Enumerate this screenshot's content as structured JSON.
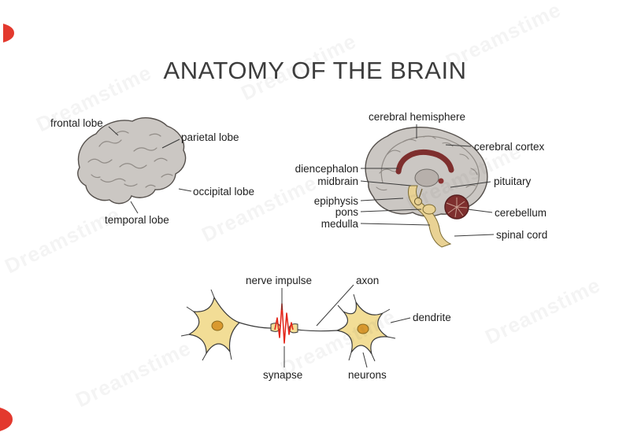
{
  "page": {
    "title": "ANATOMY OF THE BRAIN"
  },
  "watermark": {
    "text": "Dreamstime",
    "logo_color": "#e3392e"
  },
  "lateral_brain": {
    "figure": "lateral view of brain",
    "labels": {
      "frontal": "frontal lobe",
      "parietal": "parietal lobe",
      "occipital": "occipital lobe",
      "temporal": "temporal lobe"
    }
  },
  "sagittal_brain": {
    "figure": "sagittal section of brain",
    "labels": {
      "cerebral_hemisphere": "cerebral hemisphere",
      "cerebral_cortex": "cerebral cortex",
      "diencephalon": "diencephalon",
      "midbrain": "midbrain",
      "epiphysis": "epiphysis",
      "pons": "pons",
      "medulla": "medulla",
      "pituitary": "pituitary",
      "cerebellum": "cerebellum",
      "spinal_cord": "spinal cord"
    }
  },
  "neuron_figure": {
    "figure": "neurons with nerve impulse",
    "labels": {
      "nerve_impulse": "nerve impulse",
      "axon": "axon",
      "dendrite": "dendrite",
      "synapse": "synapse",
      "neurons": "neurons"
    }
  },
  "colors": {
    "brain_gray": "#cbc7c3",
    "brain_outline": "#55504c",
    "deep_red": "#7e2f2e",
    "brainstem_tan": "#e9d294",
    "neuron_body": "#f2dd96",
    "neuron_nucleus": "#d9992f",
    "impulse_red": "#e3261a"
  }
}
